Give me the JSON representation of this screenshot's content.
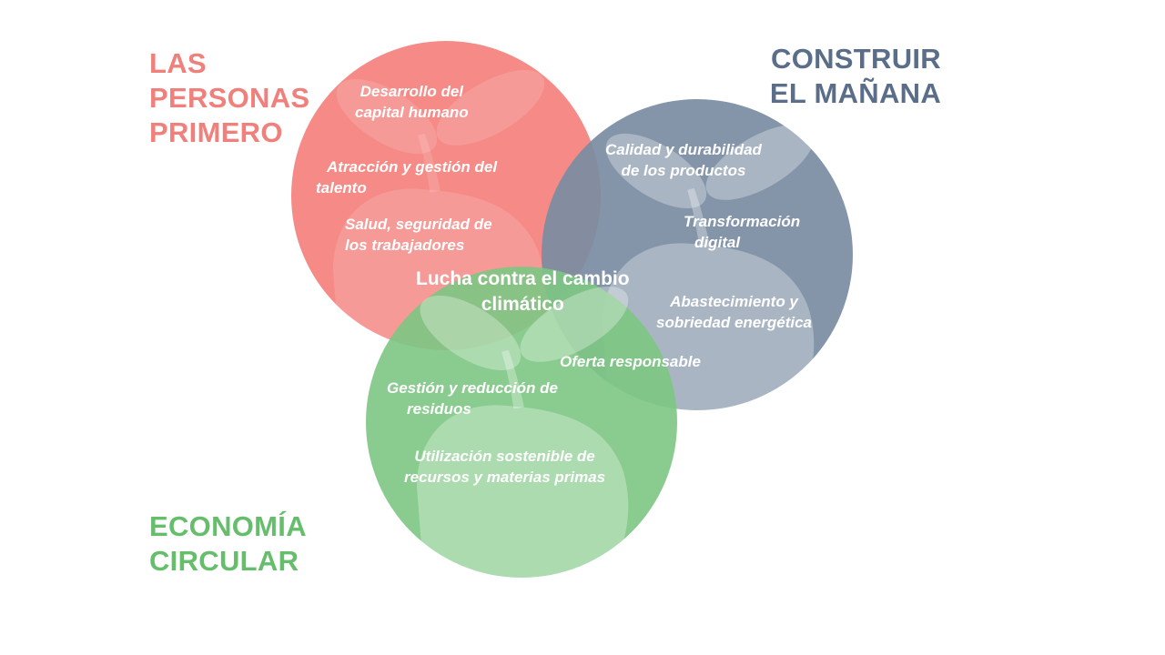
{
  "colors": {
    "people": "#f4807c",
    "tomorrow": "#7a8ca3",
    "circular": "#7dc683",
    "heading_people": "#f0807b",
    "heading_tomorrow": "#5b6e89",
    "heading_circular": "#66be6d",
    "label": "#ffffff"
  },
  "icons": {
    "watermark": "seedling-head-icon"
  },
  "headings": {
    "people": "LAS\nPERSONAS\nPRIMERO",
    "tomorrow": "CONSTRUIR\nEL MAÑANA",
    "circular": "ECONOMÍA\nCIRCULAR"
  },
  "people_items": [
    {
      "line1": "Desarrollo del",
      "line2": "capital humano"
    },
    {
      "line1": "Atracción y gestión del",
      "line2": "talento"
    },
    {
      "line1": "Salud, seguridad de",
      "line2": "los trabajadores"
    }
  ],
  "tomorrow_items": [
    {
      "line1": "Calidad y durabilidad",
      "line2": "de los productos"
    },
    {
      "line1": "Transformación",
      "line2": "digital"
    },
    {
      "line1": "Abastecimiento y",
      "line2": "sobriedad energética"
    }
  ],
  "circular_items": [
    {
      "line1": "Gestión y reducción de",
      "line2": "residuos"
    },
    {
      "line1": "Utilización sostenible de",
      "line2": "recursos y materias primas"
    }
  ],
  "shared_items": {
    "climate": {
      "line1": "Lucha contra el cambio",
      "line2": "climático"
    },
    "responsible_offer": "Oferta responsable"
  }
}
